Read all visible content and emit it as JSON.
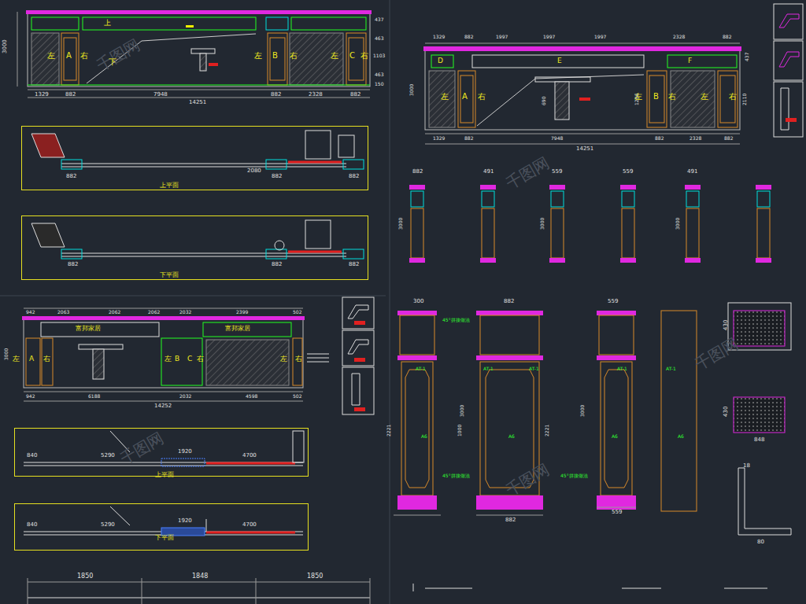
{
  "diagram": {
    "nodes": [
      {
        "text": [
          "上平面"
        ]
      },
      {
        "text": [
          "下平面"
        ]
      },
      {
        "text": [
          "上平面"
        ]
      },
      {
        "text": [
          "下平面"
        ]
      }
    ],
    "labels": [
      "3000",
      "1329",
      "882",
      "7948",
      "882",
      "2328",
      "882",
      "14251",
      "左",
      "A",
      "右",
      "上",
      "下",
      "左",
      "B",
      "右",
      "左",
      "C",
      "右",
      "437",
      "463",
      "1103",
      "463",
      "150",
      "882",
      "2080",
      "882",
      "882",
      "882",
      "882",
      "882",
      "1329",
      "882",
      "1997",
      "1997",
      "1997",
      "2328",
      "882",
      "D",
      "E",
      "F",
      "左",
      "A",
      "右",
      "左",
      "B",
      "右",
      "左",
      "右",
      "3000",
      "1329",
      "882",
      "7948",
      "882",
      "2328",
      "882",
      "14251",
      "690",
      "1206",
      "2110",
      "437",
      "882",
      "491",
      "559",
      "559",
      "491",
      "3000",
      "3000",
      "3000",
      "942",
      "2063",
      "2062",
      "2062",
      "2032",
      "2399",
      "502",
      "富邦家居",
      "富邦家居",
      "左",
      "A",
      "右",
      "左",
      "B",
      "C",
      "右",
      "左",
      "右",
      "3000",
      "942",
      "6188",
      "2032",
      "4598",
      "502",
      "14252",
      "840",
      "5290",
      "1920",
      "4700",
      "840",
      "5290",
      "1920",
      "4700",
      "1850",
      "1848",
      "1850",
      "300",
      "882",
      "559",
      "3000",
      "3000",
      "2221",
      "1000",
      "2221",
      "A6",
      "A6",
      "A6",
      "A6",
      "882",
      "559",
      "AT-1",
      "AT-1",
      "AT-1",
      "AT-1",
      "AT-1",
      "45°拼接做法",
      "45°拼接做法",
      "45°拼接做法",
      "18",
      "80",
      "430",
      "430",
      "848",
      "千图网",
      "千图网",
      "千图网",
      "千图网",
      "千图网"
    ]
  }
}
